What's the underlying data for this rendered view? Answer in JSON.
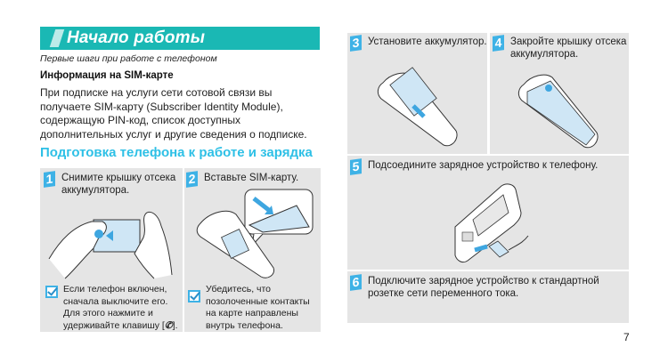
{
  "header": {
    "title": "Начало работы",
    "subtitle": "Первые шаги при работе с телефоном"
  },
  "sim_info": {
    "heading": "Информация на SIM-карте",
    "body": "При подписке на услуги сети сотовой связи вы получаете SIM-карту (Subscriber Identity Module), содержащую PIN-код, список доступных дополнительных услуг и другие сведения о подписке."
  },
  "section": {
    "heading": "Подготовка телефона к работе и зарядка"
  },
  "steps": [
    {
      "num": "1",
      "text": "Снимите крышку отсека аккумулятора.",
      "note": "Если телефон включен, сначала выключите его. Для этого нажмите и удерживайте клавишу [",
      "note_end": "].",
      "illustration": "hands-removing-cover"
    },
    {
      "num": "2",
      "text": "Вставьте SIM-карту.",
      "note": "Убедитесь, что позолоченные контакты на карте направлены внутрь телефона.",
      "illustration": "sim-insert"
    },
    {
      "num": "3",
      "text": "Установите аккумулятор.",
      "illustration": "battery-insert"
    },
    {
      "num": "4",
      "text": "Закройте крышку отсека аккумулятора.",
      "illustration": "cover-close"
    },
    {
      "num": "5",
      "text": "Подсоедините зарядное устройство к телефону.",
      "illustration": "charger-connect"
    },
    {
      "num": "6",
      "text": "Подключите зарядное устройство к стандартной розетке сети переменного тока."
    }
  ],
  "page_number": "7",
  "colors": {
    "accent": "#1ab8b4",
    "section_heading": "#2ec0e6",
    "badge": "#3eb2e6",
    "panel": "#e5e5e5"
  }
}
